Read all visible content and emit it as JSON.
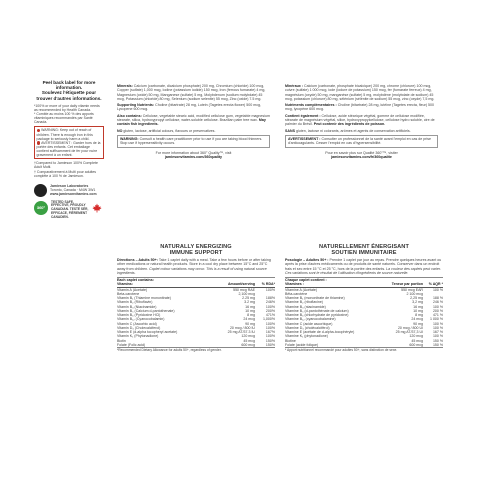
{
  "peel": {
    "title_en": "Peel back label for more information.",
    "title_fr": "Soulevez l'étiquette pour trouver d'autres informations.",
    "rda_en": "*100% or more of your daily vitamin needs as recommended by Health Canada.",
    "rda_fr": "* Comble au moins 100 % des apports vitaminiques recommandés par Santé Canada.",
    "warning_en": "WARNING: Keep out of reach of children. There is enough iron in this package to seriously harm a child.",
    "warning_fr": "AVERTISSEMENT : Garder hors de la portée des enfants. Cet emballage contient suffisamment de fer pour nuire gravement à un enfant.",
    "compared_en": "†Compared to Jamieson 100% Complete Adult Multi.",
    "compared_fr": "† Comparativement à Multi pour adultes complète à 100 % de Jamieson.",
    "company_name": "Jamieson Laboratories",
    "company_address": "Toronto, Canada · M4W 3W1",
    "company_web": "www.jamiesonvitamins.com",
    "badge_text": "TESTED SAFE, EFFECTIVE, PROUDLY CANADIAN. TESTÉ SÉR, EFFICACE, FIÈREMENT CANADIEN.",
    "badge_number": "360°"
  },
  "minerals_en": {
    "minerals_label": "Minerals:",
    "minerals_text": "Calcium (carbonate, dicalcium phosphate) 200 mg, Chromium (chloride) 100 mcg, Copper (sulfate) 1,000 mcg, Iodine (potassium iodide) 150 mcg, Iron (ferrous fumarate) 4 mg, Magnesium (oxide) 50 mg, Manganese (sulfate) 5 mg, Molybdenum (sodium molybdate) 45 mcg, Potassium (chloride) 80 mg, Selenium (sodium selenite) 55 mcg, Zinc (oxide) 7.5 mg.",
    "supporting_label": "Supporting Nutrients:",
    "supporting_text": "Choline (bitartrate) 28 mg, Lutein (Tagetes erecta flower) 500 mcg, Lycopene 600 mcg.",
    "also_label": "Also contains:",
    "also_text": "Cellulose, vegetable stearic acid, modified cellulose gum, vegetable magnesium stearate, silica, hydroxypropyl cellulose, water-soluble cellulose. Brazilian palm tree wax.",
    "fish_text": "May contain fish ingredients.",
    "no_label": "NO",
    "no_text": "gluten, lactose, artificial colours, flavours or preservatives.",
    "warning_label": "WARNING:",
    "warning_text": "Consult a health care practitioner prior to use if you are taking blood thinners. Stop use if hypersensitivity occurs.",
    "info_text": "For more information about 360° Quality™, visit",
    "info_url": "jamiesonvitamins.com/360quality"
  },
  "minerals_fr": {
    "minerals_label": "Minéraux :",
    "minerals_text": "Calcium (carbonate, phosphate bicalcique) 200 mg, chrome (chlorure) 100 mcg, cuivre (sulfate) 1 000 mcg, iode (iodure de potassium) 150 mcg, fer (fumarate ferreux) 4 mg, magnésium (oxyde) 50 mg, manganèse (sulfate) 5 mg, molybdène (molybdate de sodium) 45 mcg, potassium (chlorure) 80 mg, sélénium (sélénite de sodium) 55 mcg, zinc (oxyde) 7,5 mg.",
    "supporting_label": "Nutriments complémentaires :",
    "supporting_text": "Choline (bitartrate) 28 mg, lutéine (Tagetes erecta, fleur) 500 mcg, lycopène 600 mcg.",
    "also_label": "Contient également :",
    "also_text": "Cellulose, acide stéarique végétal, gomme de cellulose modifiée, stéarate de magnésium végétal, silice, hydroxypropylcellulose, cellulose hydro soluble, cire de palmier du Brésil.",
    "fish_text": "Peut contenir des ingrédients de poisson.",
    "no_label": "SANS",
    "no_text": "gluten, lactose ni colorants, arômes et agents de conservation artificiels.",
    "warning_label": "AVERTISSEMENT :",
    "warning_text": "Consulter un professionnel de la santé avant l'emploi en cas de prise d'anticoagulants. Cesser l'emploi en cas d'hypersensibilité.",
    "info_text": "Pour en savoir plus sur Qualité 360°™, visiter",
    "info_url": "jamiesonvitamins.com/fr/360qualite"
  },
  "panel_en": {
    "heading_line1": "NATURALLY ENERGIZING",
    "heading_line2": "IMMUNE SUPPORT",
    "directions_label": "Directions – Adults 50+:",
    "directions_text": "Take 1 caplet daily with a meal. Take a few hours before or after taking other medications or natural health products. Store in a cool dry place between 15°C and 25°C away from children.",
    "caplet_note": "Caplet colour variations may occur. This is a result of using natural source ingredients.",
    "table_caption": "Each caplet contains:",
    "col_name": "Vitamins:",
    "col_amount": "Amount/serving",
    "col_rda": "% RDA*",
    "rows": [
      {
        "name": "Vitamin A (Acetate)",
        "amount": "550 mcg RAE",
        "pct": "100%"
      },
      {
        "name": "Beta-carotene",
        "amount": "2,100 mcg",
        "pct": ""
      },
      {
        "name": "Vitamin B₁ (Thiamine mononitrate)",
        "amount": "2.25 mg",
        "pct": "188%"
      },
      {
        "name": "Vitamin B₂ (Riboflavin)",
        "amount": "3.2 mg",
        "pct": "246%"
      },
      {
        "name": "Vitamin B₃ (Niacinamide)",
        "amount": "16 mg",
        "pct": "100%"
      },
      {
        "name": "Vitamin B₅ (Calcium d-pantothenate)",
        "amount": "10 mg",
        "pct": "200%"
      },
      {
        "name": "Vitamin B₆ (Pyridoxine HCl)",
        "amount": "8 mg",
        "pct": "471%"
      },
      {
        "name": "Vitamin B₁₂ (Cyanocobalamin)",
        "amount": "24 mcg",
        "pct": "1,000%"
      },
      {
        "name": "Vitamin C (Ascorbic acid)",
        "amount": "90 mg",
        "pct": "100%"
      },
      {
        "name": "Vitamin D₃ (Cholecalciferol)",
        "amount": "20 mcg / 800 IU",
        "pct": "100%"
      },
      {
        "name": "Vitamin E (d-alpha tocopheryl acetate)",
        "amount": "25 mg AT/37.3 IU",
        "pct": "167%"
      },
      {
        "name": "Vitamin K₁ (Phytonadione)",
        "amount": "120 mcg",
        "pct": "100%"
      },
      {
        "name": "Biotin",
        "amount": "45 mcg",
        "pct": "150%"
      },
      {
        "name": "Folate (Folic acid)",
        "amount": "600 mcg",
        "pct": "150%"
      }
    ],
    "footnote": "*Recommended Dietary Allowance for adults 50+, regardless of gender."
  },
  "panel_fr": {
    "heading_line1": "NATURELLEMENT ÉNERGISANT",
    "heading_line2": "SOUTIEN IMMUNITAIRE",
    "directions_label": "Posologie – Adultes 50+ :",
    "directions_text": "Prendre 1 caplet par jour au repas. Prendre quelques heures avant ou après la prise d'autres médicaments ou de produits de santé naturels. Conserver dans un endroit frais et sec entre 15 °C et 25 °C, hors de la portée des enfants.",
    "caplet_note": "La couleur des caplets peut varier. Ces variations sont le résultat de l'utilisation d'ingrédients de source naturelle.",
    "table_caption": "Chaque caplet contient :",
    "col_name": "Vitamines :",
    "col_amount": "Teneur par portion",
    "col_rda": "% AQR *",
    "rows": [
      {
        "name": "Vitamine A (Acétate)",
        "amount": "550 mcg EAR",
        "pct": "100 %"
      },
      {
        "name": "Bêta-carotène",
        "amount": "2 100 mcg",
        "pct": ""
      },
      {
        "name": "Vitamine B₁ (mononitrate de thiamine)",
        "amount": "2,25 mg",
        "pct": "188 %"
      },
      {
        "name": "Vitamine B₂ (riboflavine)",
        "amount": "3,2 mg",
        "pct": "246 %"
      },
      {
        "name": "Vitamine B₃ (niacinamide)",
        "amount": "16 mg",
        "pct": "100 %"
      },
      {
        "name": "Vitamine B₅ (d-pantothénate de calcium)",
        "amount": "10 mg",
        "pct": "200 %"
      },
      {
        "name": "Vitamine B₆ (chlorhydrate de pyridoxine)",
        "amount": "8 mg",
        "pct": "471 %"
      },
      {
        "name": "Vitamine B₁₂ (cyanocobalamine)",
        "amount": "24 mcg",
        "pct": "1 000 %"
      },
      {
        "name": "Vitamine C (acide ascorbique)",
        "amount": "90 mg",
        "pct": "100 %"
      },
      {
        "name": "Vitamine D₃ (cholécalciférol)",
        "amount": "20 mcg / 800 UI",
        "pct": "100 %"
      },
      {
        "name": "Vitamine E (acétate de d-alpha-tocophéryle)",
        "amount": "25 mg AT/37,3 UI",
        "pct": "167 %"
      },
      {
        "name": "Vitamine K₁ (phytonadione)",
        "amount": "120 mcg",
        "pct": "100 %"
      },
      {
        "name": "Biotine",
        "amount": "45 mcg",
        "pct": "150 %"
      },
      {
        "name": "Folate (acide folique)",
        "amount": "600 mcg",
        "pct": "150 %"
      }
    ],
    "footnote": "* Apport nutritionnel recommandé pour adultes 50+, sans distinction de sexe."
  },
  "colors": {
    "warning_red": "#c0392b",
    "badge_green": "#3aa043",
    "maple_red": "#d62b2b"
  }
}
